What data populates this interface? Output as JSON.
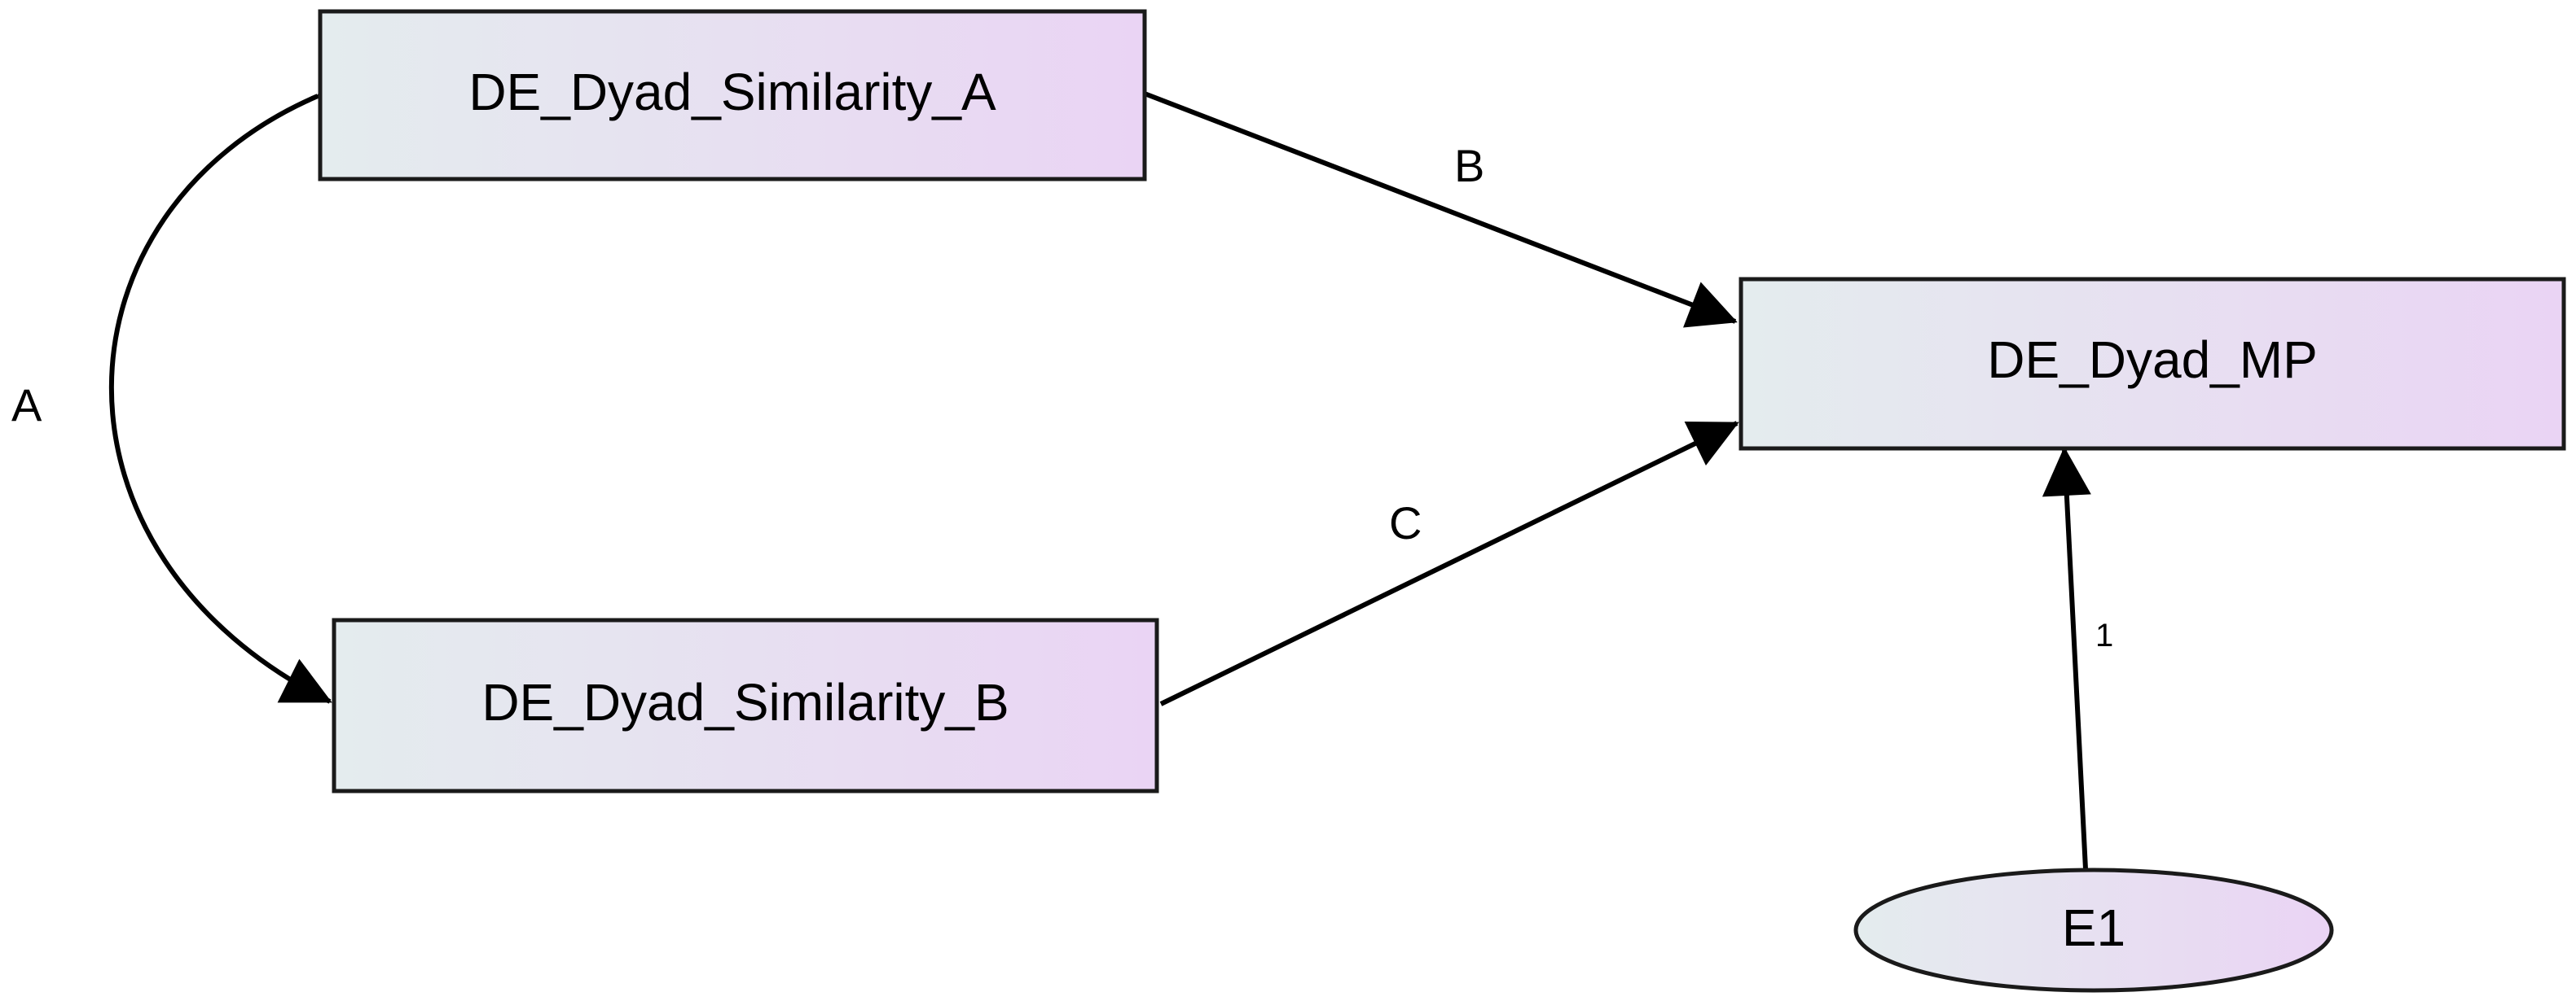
{
  "diagram": {
    "nodes": {
      "sim_a": {
        "label": "DE_Dyad_Similarity_A"
      },
      "sim_b": {
        "label": "DE_Dyad_Similarity_B"
      },
      "mp": {
        "label": "DE_Dyad_MP"
      },
      "e1": {
        "label": "E1"
      }
    },
    "edges": {
      "covariance": {
        "label": "A"
      },
      "path_b": {
        "label": "B"
      },
      "path_c": {
        "label": "C"
      },
      "error_path": {
        "label": "1"
      }
    },
    "colors": {
      "node_fill_start": "#e4ecee",
      "node_fill_end": "#ead4f4",
      "stroke": "#1a1a1a"
    }
  }
}
